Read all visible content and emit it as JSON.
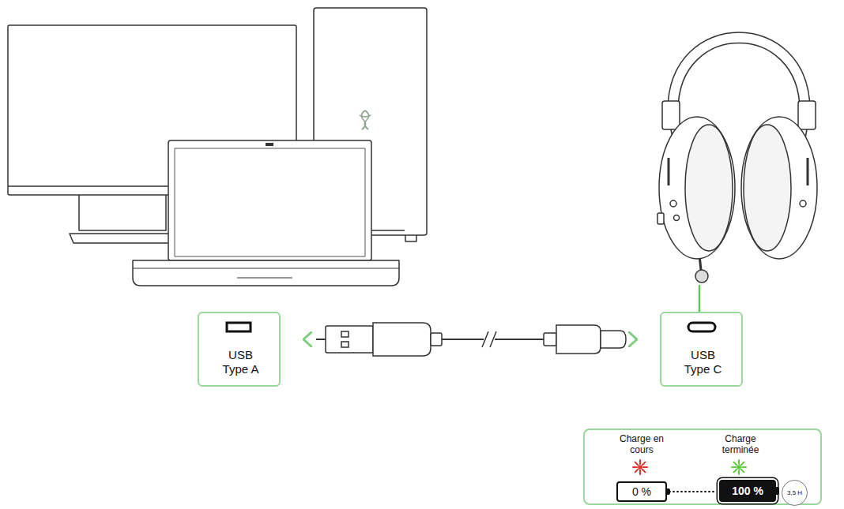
{
  "diagram": {
    "nodes": [
      {
        "text": [
          "USB Type A"
        ]
      },
      {
        "text": [
          "USB Type C"
        ]
      },
      {
        "text": [
          "Charge en cours",
          "Charge terminée"
        ]
      },
      {
        "text": [
          "0 %"
        ],
        "in": 2
      },
      {
        "text": [
          "100 %"
        ],
        "in": 2
      },
      {
        "text": [
          "3,5 H"
        ],
        "in": 2
      }
    ],
    "edges": [
      {
        "from": 0,
        "to": 1,
        "arrow": "both"
      },
      {
        "from": 3,
        "to": 4,
        "arrow": "none"
      }
    ]
  }
}
